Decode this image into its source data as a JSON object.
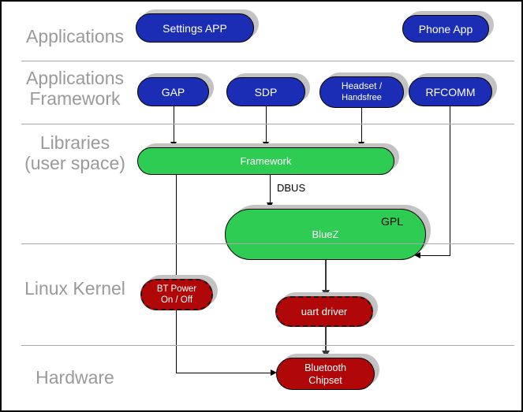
{
  "diagram": {
    "title_context": "Bluetooth software stack layer diagram",
    "sections": {
      "applications": "Applications",
      "app_framework_l1": "Applications",
      "app_framework_l2": "Framework",
      "libraries_l1": "Libraries",
      "libraries_l2": "(user space)",
      "linux_kernel": "Linux Kernel",
      "hardware": "Hardware"
    },
    "nodes": {
      "settings_app": "Settings APP",
      "phone_app": "Phone App",
      "gap": "GAP",
      "sdp": "SDP",
      "headset_l1": "Headset /",
      "headset_l2": "Handsfree",
      "rfcomm": "RFCOMM",
      "framework": "Framework",
      "bluez": "BlueZ",
      "gpl": "GPL",
      "bt_power_l1": "BT Power",
      "bt_power_l2": "On / Off",
      "uart_driver": "uart driver",
      "chipset_l1": "Bluetooth",
      "chipset_l2": "Chipset"
    },
    "edge_labels": {
      "dbus": "DBUS"
    },
    "colors": {
      "node_blue": "#1b2db4",
      "node_green": "#2ecc52",
      "node_red": "#b00808",
      "section_label_gray": "#9a9a9a",
      "divider_gray": "#a8a8a8",
      "shadow_gray": "#c3c3c3",
      "edge_black": "#000000",
      "edge_dark_gray": "#383838",
      "node_text": "#ffffff"
    }
  }
}
